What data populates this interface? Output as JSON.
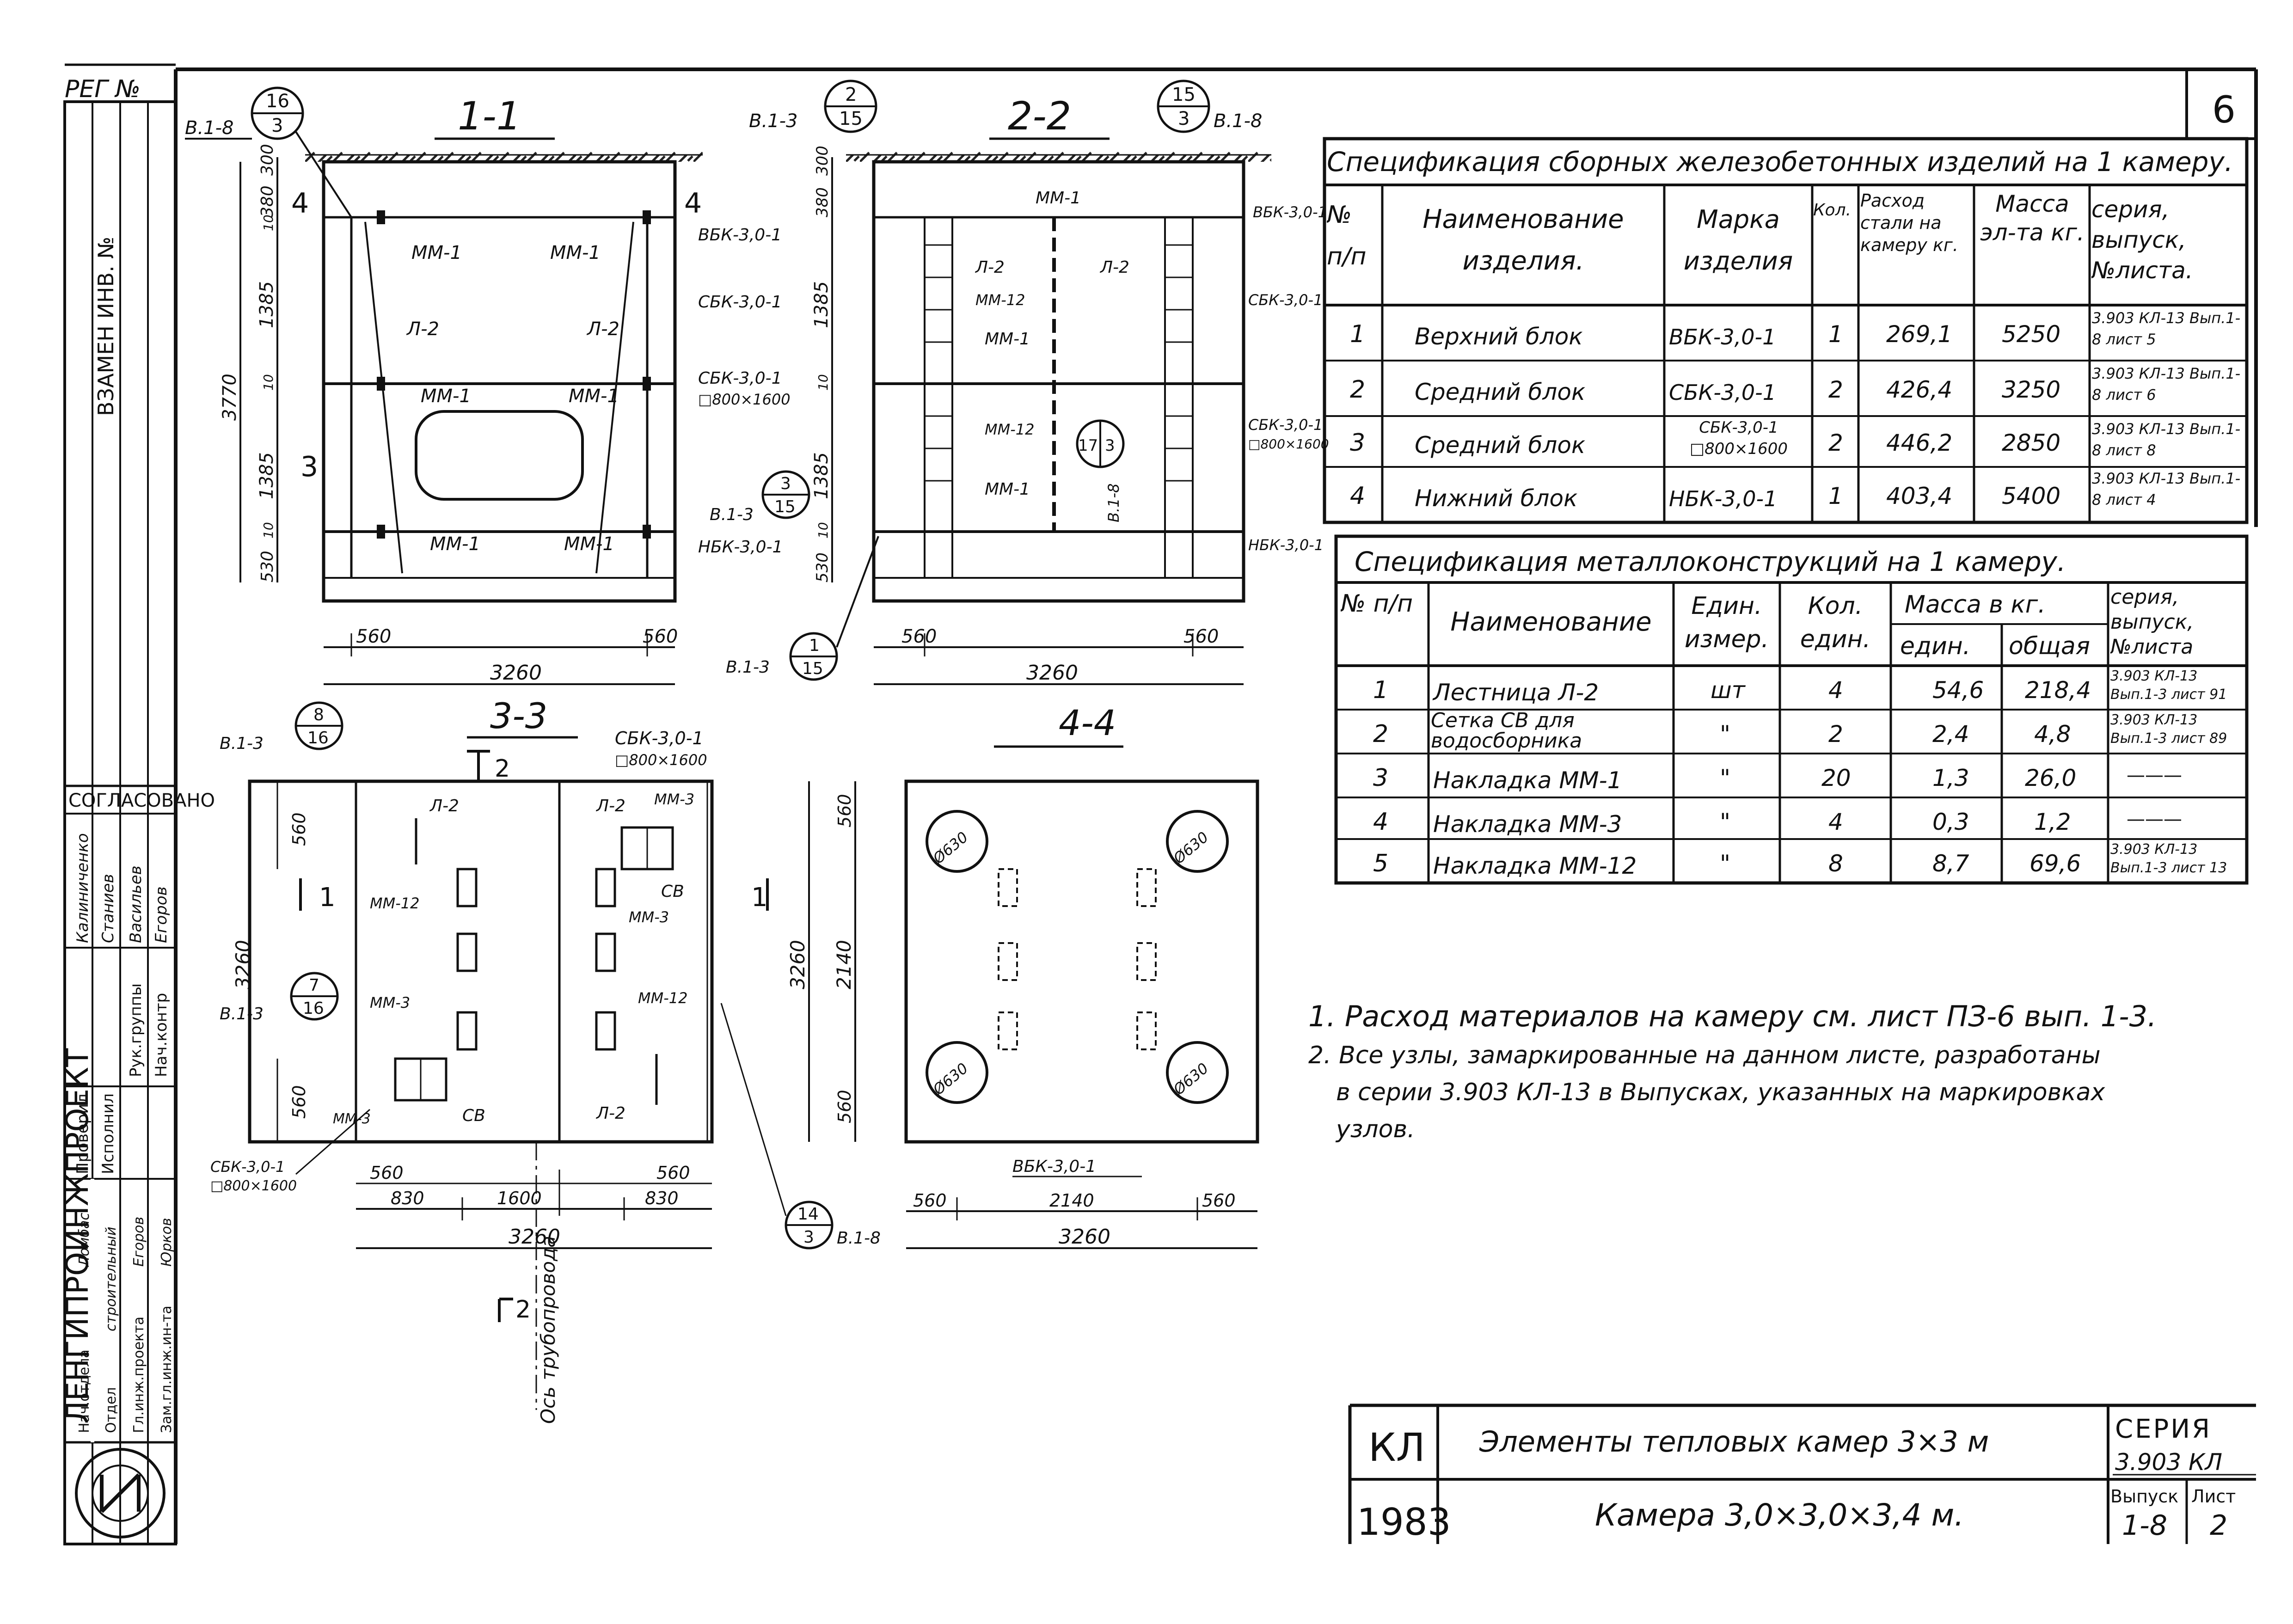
{
  "sheet": {
    "corner": "РЕГ №",
    "number": "6",
    "org": "ЛЕНГИПРОИНЖПРОЕКТ"
  },
  "side_stamp": {
    "vertical_text": "ВЗАМЕН ИНВ. №",
    "agreed": "СОГЛАСОВАНО",
    "rows": [
      {
        "role": "Нач.контр",
        "name": "Егоров"
      },
      {
        "role": "Рук.группы",
        "name": "Васильев"
      },
      {
        "role": "Исполнил",
        "name": "Станиев"
      },
      {
        "role": "Проверил",
        "name": "Калиниченко"
      }
    ],
    "left_rows": [
      {
        "role": "Зам.гл.инж.ин-та",
        "name": "Юрков"
      },
      {
        "role": "Гл.инж.проекта",
        "name": "Егоров"
      },
      {
        "role": "Отдел",
        "name": "строительный"
      },
      {
        "role": "Нач.отдела",
        "name": "Ломбас"
      }
    ]
  },
  "views": {
    "s11": {
      "title": "1-1",
      "callout_a": {
        "top": "16",
        "bottom": "3",
        "ref": "В.1-8"
      },
      "dims_v": [
        "300",
        "380",
        "1385",
        "3770",
        "1385",
        "530",
        "10",
        "10",
        "10"
      ],
      "labels": [
        "ММ-1",
        "ММ-1",
        "Л-2",
        "Л-2",
        "ММ-1",
        "ММ-1",
        "ММ-1",
        "ММ-1",
        "4",
        "4",
        "3"
      ],
      "blocks": [
        "ВБК-3,0-1",
        "СБК-3,0-1",
        "СБК-3,0-1",
        "□800×1600",
        "НБК-3,0-1"
      ],
      "dims_h": [
        "560",
        "560",
        "3260"
      ],
      "callout_b": {
        "top": "3",
        "bottom": "15",
        "ref": "В.1-3"
      }
    },
    "s22": {
      "title": "2-2",
      "callout_a": {
        "top": "2",
        "bottom": "15",
        "ref": "В.1-3"
      },
      "callout_b": {
        "top": "15",
        "bottom": "3",
        "ref": "В.1-8"
      },
      "dims_v": [
        "300",
        "380",
        "1385",
        "1385",
        "530",
        "10",
        "10"
      ],
      "labels": [
        "ММ-1",
        "Л-2",
        "Л-2",
        "ММ-12",
        "ММ-1",
        "ММ-12",
        "ММ-1"
      ],
      "blocks": [
        "ВБК-3,0-1",
        "СБК-3,0-1",
        "СБК-3,0-1",
        "□800×1600",
        "НБК-3,0-1"
      ],
      "callout_c": {
        "top": "17",
        "bottom": "3",
        "ref": "В.1-8"
      },
      "callout_d": {
        "top": "1",
        "bottom": "15",
        "ref": "В.1-3"
      },
      "dims_h": [
        "560",
        "560",
        "3260"
      ]
    },
    "s33": {
      "title": "3-3",
      "callout_a": {
        "top": "8",
        "bottom": "16",
        "ref": "В.1-3"
      },
      "callout_b": {
        "top": "7",
        "bottom": "16",
        "ref": "В.1-3"
      },
      "block_top": "СБК-3,0-1",
      "block_top_sub": "□800×1600",
      "block_bottom": "СБК-3,0-1",
      "block_bottom_sub": "□800×1600",
      "labels": [
        "Л-2",
        "Л-2",
        "ММ-3",
        "СВ",
        "ММ-3",
        "ММ-12",
        "ММ-3",
        "ММ-12",
        "СВ",
        "ММ-3",
        "Л-2",
        "2",
        "1"
      ],
      "dims_v": [
        "560",
        "3260",
        "560"
      ],
      "dims_h": [
        "560",
        "560",
        "830",
        "1600",
        "830",
        "3260"
      ],
      "callout_c": {
        "top": "14",
        "bottom": "3",
        "ref": "В.1-8"
      },
      "axis_mark": "2",
      "axis_text": "Ось трубопровода"
    },
    "s44": {
      "title": "4-4",
      "dims_v": [
        "560",
        "2140",
        "3260",
        "560"
      ],
      "holes": [
        "Ø630",
        "Ø630",
        "Ø630",
        "Ø630"
      ],
      "block": "ВБК-3,0-1",
      "dims_h": [
        "560",
        "2140",
        "560",
        "3260"
      ],
      "mark": "1"
    }
  },
  "spec_concrete": {
    "title": "Спецификация сборных железобетонных изделий на 1 камеру.",
    "headers": [
      "№ п/п",
      "Наименование изделия.",
      "Марка изделия",
      "Кол.",
      "Расход стали на камеру кг.",
      "Масса эл-та кг.",
      "серия, выпуск, №листа."
    ],
    "rows": [
      [
        "1",
        "Верхний блок",
        "ВБК-3,0-1",
        "1",
        "269,1",
        "5250",
        "3.903 КЛ-13 Вып.1-8 лист 5"
      ],
      [
        "2",
        "Средний блок",
        "СБК-3,0-1",
        "2",
        "426,4",
        "3250",
        "3.903 КЛ-13 Вып.1-8 лист 6"
      ],
      [
        "3",
        "Средний блок",
        "СБК-3,0-1 □800×1600",
        "2",
        "446,2",
        "2850",
        "3.903 КЛ-13 Вып.1-8 лист 8"
      ],
      [
        "4",
        "Нижний блок",
        "НБК-3,0-1",
        "1",
        "403,4",
        "5400",
        "3.903 КЛ-13 Вып.1-8 лист 4"
      ]
    ]
  },
  "spec_metal": {
    "title": "Спецификация металлоконструкций на 1 камеру.",
    "headers": [
      "№ п/п",
      "Наименование",
      "Един. измер.",
      "Кол. един.",
      "Масса в кг.",
      "един.",
      "общая",
      "серия, выпуск, №листа"
    ],
    "rows": [
      [
        "1",
        "Лестница Л-2",
        "шт",
        "4",
        "54,6",
        "218,4",
        "3.903 КЛ-13 Вып.1-3 лист 91"
      ],
      [
        "2",
        "Сетка СВ для водосборника",
        "\"",
        "2",
        "2,4",
        "4,8",
        "3.903 КЛ-13 Вып.1-3 лист 89"
      ],
      [
        "3",
        "Накладка ММ-1",
        "\"",
        "20",
        "1,3",
        "26,0",
        "———"
      ],
      [
        "4",
        "Накладка ММ-3",
        "\"",
        "4",
        "0,3",
        "1,2",
        "———"
      ],
      [
        "5",
        "Накладка ММ-12",
        "\"",
        "8",
        "8,7",
        "69,6",
        "3.903 КЛ-13 Вып.1-3 лист 13"
      ]
    ]
  },
  "notes": [
    "1. Расход материалов на камеру см. лист ПЗ-6 вып. 1-3.",
    "2. Все узлы, замаркированные на данном листе, разработаны",
    "в серии 3.903 КЛ-13 в Выпусках, указанных на маркировках",
    "узлов."
  ],
  "title_block": {
    "code": "КЛ",
    "year": "1983",
    "title": "Элементы тепловых камер 3×3 м",
    "subtitle": "Камера 3,0×3,0×3,4 м.",
    "series_label": "СЕРИЯ",
    "series_value": "3.903 КЛ",
    "issue_label": "Выпуск",
    "issue_value": "1-8",
    "sheet_label": "Лист",
    "sheet_value": "2"
  }
}
